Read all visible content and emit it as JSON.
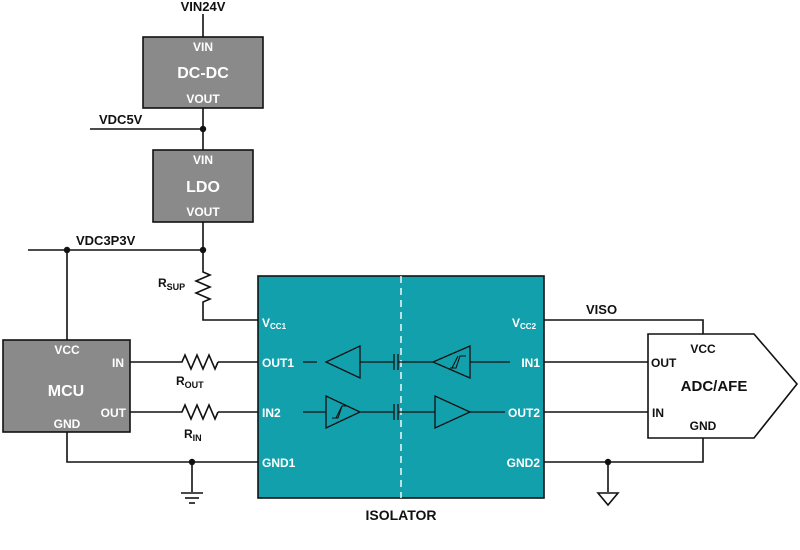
{
  "rails": {
    "vin24": "VIN24V",
    "vdc5": "VDC5V",
    "vdc3p3": "VDC3P3V",
    "viso": "VISO"
  },
  "dcdc": {
    "title": "DC-DC",
    "vin": "VIN",
    "vout": "VOUT"
  },
  "ldo": {
    "title": "LDO",
    "vin": "VIN",
    "vout": "VOUT"
  },
  "mcu": {
    "title": "MCU",
    "vcc": "VCC",
    "in": "IN",
    "out": "OUT",
    "gnd": "GND"
  },
  "resistors": {
    "rsup": {
      "main": "R",
      "sub": "SUP"
    },
    "rout": {
      "main": "R",
      "sub": "OUT"
    },
    "rin": {
      "main": "R",
      "sub": "IN"
    }
  },
  "isolator": {
    "title": "ISOLATOR",
    "vcc1": {
      "main": "V",
      "sub": "CC1"
    },
    "vcc2": {
      "main": "V",
      "sub": "CC2"
    },
    "out1": "OUT1",
    "in2": "IN2",
    "gnd1": "GND1",
    "in1": "IN1",
    "out2": "OUT2",
    "gnd2": "GND2",
    "fill_color": "#12a0ac"
  },
  "adc": {
    "title": "ADC/AFE",
    "vcc": "VCC",
    "out": "OUT",
    "in": "IN",
    "gnd": "GND"
  },
  "colors": {
    "block_gray": "#8a8a8a",
    "isolator_teal": "#12a0ac",
    "wire": "#111111"
  }
}
